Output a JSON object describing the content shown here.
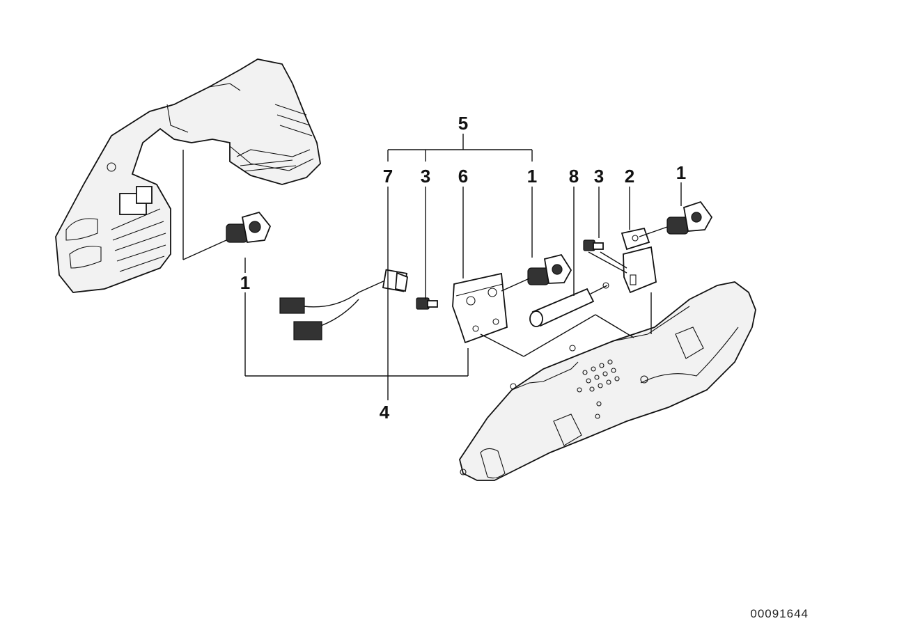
{
  "diagram": {
    "callouts": [
      {
        "id": "c5",
        "label": "5"
      },
      {
        "id": "c7",
        "label": "7"
      },
      {
        "id": "c3a",
        "label": "3"
      },
      {
        "id": "c6",
        "label": "6"
      },
      {
        "id": "c1a",
        "label": "1"
      },
      {
        "id": "c8",
        "label": "8"
      },
      {
        "id": "c3b",
        "label": "3"
      },
      {
        "id": "c2",
        "label": "2"
      },
      {
        "id": "c1b",
        "label": "1"
      },
      {
        "id": "c1c",
        "label": "1"
      },
      {
        "id": "c4",
        "label": "4"
      }
    ],
    "document_id": "00091644"
  }
}
